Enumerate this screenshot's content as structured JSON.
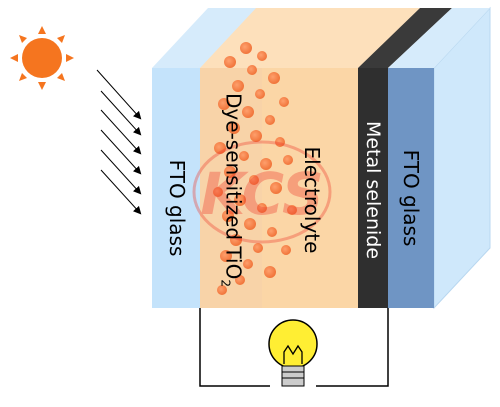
{
  "diagram": {
    "layers": {
      "fto_glass_front": "FTO glass",
      "dye_tio2": "Dye-sensitized TiO",
      "dye_tio2_subscript": "2",
      "electrolyte": "Electrolyte",
      "metal_selenide": "Metal selenide",
      "fto_glass_back": "FTO glass"
    },
    "watermark": "KCS",
    "colors": {
      "fto_glass": "#c4e3fb",
      "tio2_layer": "#f8d3a8",
      "electrolyte": "#fbd6a6",
      "particle": "#f06a2e",
      "metal_selenide": "#2f2f2f",
      "back_glass": "#6f95c4",
      "sun": "#f5751f",
      "bulb": "#ffee33",
      "watermark": "#ef3b2c"
    },
    "icons": [
      "sun-icon",
      "light-rays",
      "light-bulb-icon"
    ]
  }
}
